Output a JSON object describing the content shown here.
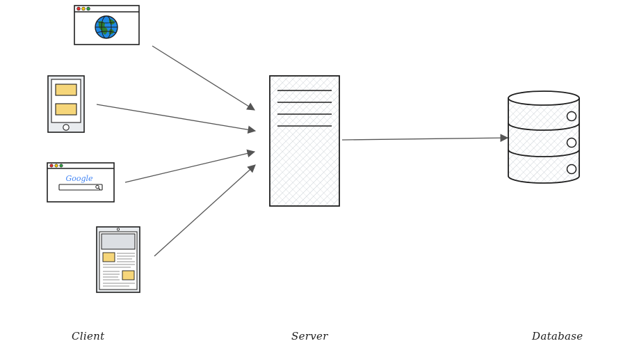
{
  "labels": {
    "client": "Client",
    "server": "Server",
    "database": "Database"
  },
  "google_text": "Google",
  "icons": {
    "browser_globe": "globe-browser-icon",
    "phone": "phone-icon",
    "browser_search": "search-browser-icon",
    "tablet": "tablet-icon",
    "server": "server-icon",
    "database": "database-icon"
  },
  "colors": {
    "stroke": "#1e1e1e",
    "arrow": "#555555",
    "card_fill": "#f6d67a",
    "globe_blue": "#1e88e5",
    "globe_green": "#2e7d32",
    "window_red": "#e03131",
    "window_yellow": "#f5c400",
    "window_green": "#2f9e44"
  }
}
